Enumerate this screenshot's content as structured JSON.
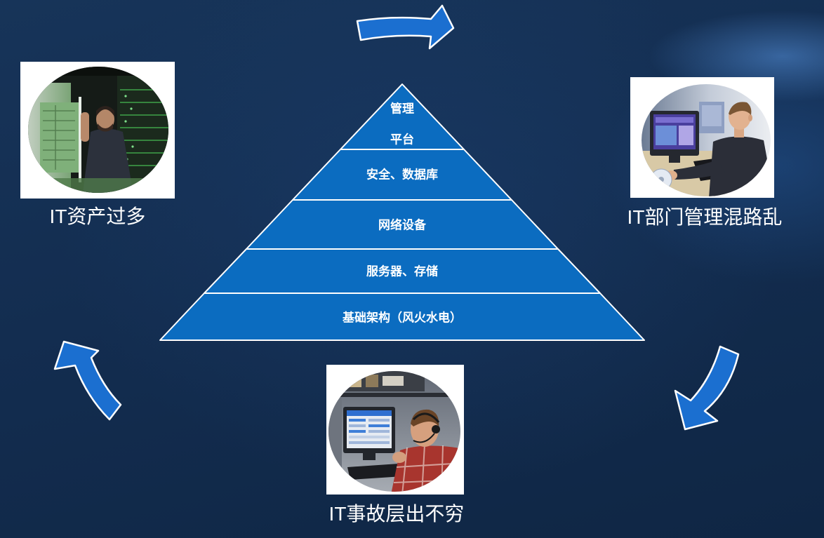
{
  "pyramid": {
    "layers": [
      {
        "lines": [
          "管理",
          "平台"
        ]
      },
      {
        "label": "安全、数据库"
      },
      {
        "label": "网络设备"
      },
      {
        "label": "服务器、存储"
      },
      {
        "label": "基础架构（风火水电）"
      }
    ]
  },
  "problems": {
    "assets": {
      "caption": "IT资产过多"
    },
    "management": {
      "caption": "IT部门管理混路乱"
    },
    "incidents": {
      "caption": "IT事故层出不穷"
    }
  },
  "colors": {
    "pyramid_fill": "#0b6cc0",
    "arrow_fill": "#1b6fd0",
    "caption_text": "#ffffff"
  }
}
